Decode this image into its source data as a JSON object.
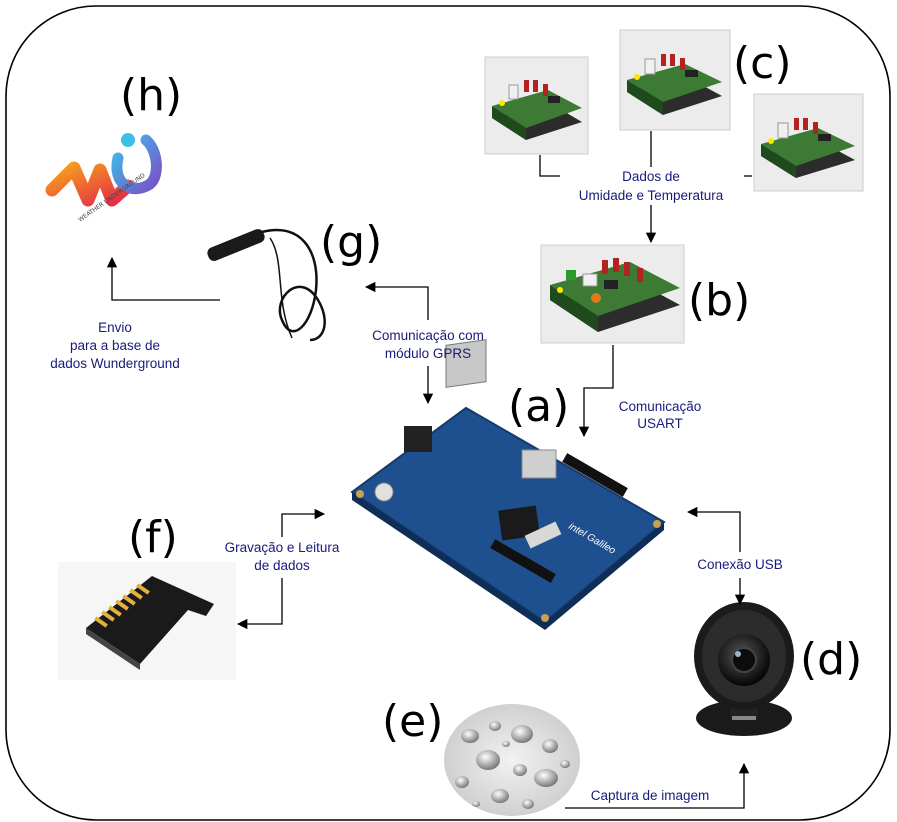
{
  "labels": {
    "a": "(a)",
    "b": "(b)",
    "c": "(c)",
    "d": "(d)",
    "e": "(e)",
    "f": "(f)",
    "g": "(g)",
    "h": "(h)"
  },
  "captions": {
    "sensor_data_line1": "Dados de",
    "sensor_data_line2": "Umidade e Temperatura",
    "usart_line1": "Comunicação",
    "usart_line2": "USART",
    "gprs_line1": "Comunicação com",
    "gprs_line2": "módulo GPRS",
    "upload_line1": "Envio",
    "upload_line2": "para a base de",
    "upload_line3": "dados Wunderground",
    "sd_line1": "Gravação e Leitura",
    "sd_line2": "de dados",
    "usb": "Conexão USB",
    "capture": "Captura de imagem"
  },
  "components": {
    "main_board": "galileo-board",
    "sensor_board": "sensor-board",
    "remote_sensor_boards": [
      "sensor-board",
      "sensor-board",
      "sensor-board"
    ],
    "webcam": "usb-webcam",
    "droplet_surface": "water-droplets",
    "sd_card": "micro-sd-card",
    "gprs_antenna": "gprs-antenna",
    "cloud_service": "weather-underground-logo"
  },
  "logo_text": "WEATHER UNDERGROUND",
  "board_brand": "intel Galileo",
  "colors": {
    "caption": "#1a1a7a",
    "board_blue": "#1e4f8f",
    "pcb_green": "#3d7a33"
  }
}
